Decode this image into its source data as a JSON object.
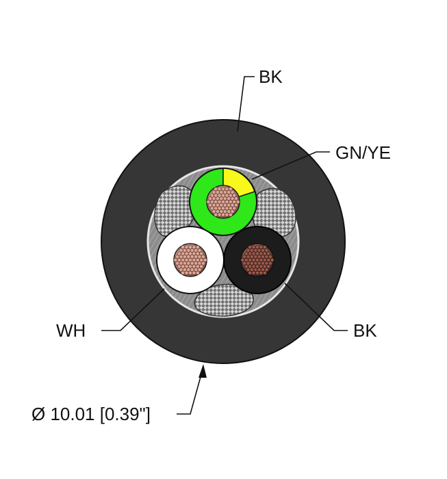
{
  "diagram": {
    "labels": {
      "jacket": "BK",
      "conductor_green_yellow": "GN/YE",
      "conductor_white": "WH",
      "conductor_black": "BK",
      "diameter": "Ø 10.01 [0.39\"]"
    },
    "colors": {
      "jacket": "#363636",
      "green": "#2ee81a",
      "yellow": "#f8f81c",
      "white": "#ffffff",
      "black_insulation": "#1c1c1c",
      "copper": "#b8867a",
      "filler": "#9a9a9a"
    }
  }
}
